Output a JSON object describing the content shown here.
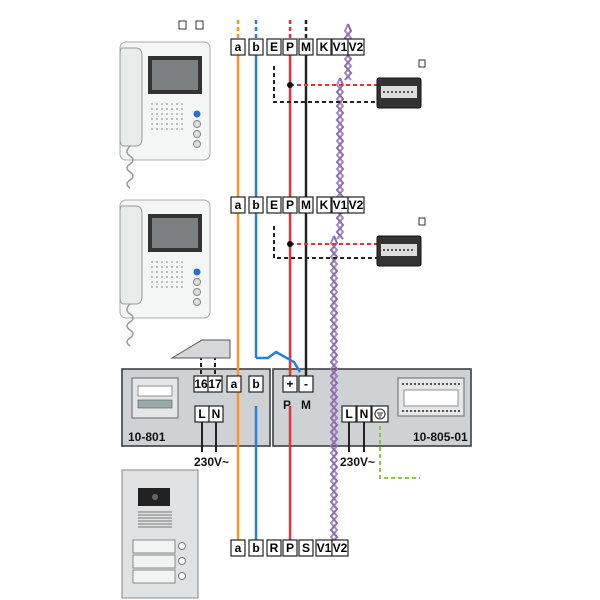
{
  "terminal_rows": [
    [
      "a",
      "b",
      "E",
      "P",
      "M",
      "K",
      "V1",
      "V2"
    ],
    [
      "a",
      "b",
      "E",
      "P",
      "M",
      "K",
      "V1",
      "V2"
    ],
    [
      "a",
      "b",
      "R",
      "P",
      "S",
      "V1",
      "V2"
    ]
  ],
  "units": {
    "left": {
      "label": "10-801",
      "bus_terminals": [
        "16",
        "17",
        "a",
        "b"
      ],
      "power_terminals": [
        "L",
        "N"
      ]
    },
    "right": {
      "label": "10-805-01",
      "output_terminals": [
        "+",
        "-"
      ],
      "output_labels": [
        "P",
        "M"
      ],
      "power_terminals": [
        "L",
        "N"
      ]
    }
  },
  "mains": [
    "230V~",
    "230V~"
  ],
  "icons": {
    "monitor": "video-intercom-monitor",
    "module": "add-on-module",
    "panel": "door-entry-panel",
    "earth": "earth-ground-symbol",
    "box": "placeholder-box-icon"
  },
  "colors": {
    "wire_a": "#f39a2b",
    "wire_b": "#2a7fd4",
    "wire_p": "#e8313a",
    "wire_m": "#222222",
    "wire_video": "#8a6ab0",
    "earth": "#8cc63f",
    "unit_fill": "#cfd2d4"
  }
}
